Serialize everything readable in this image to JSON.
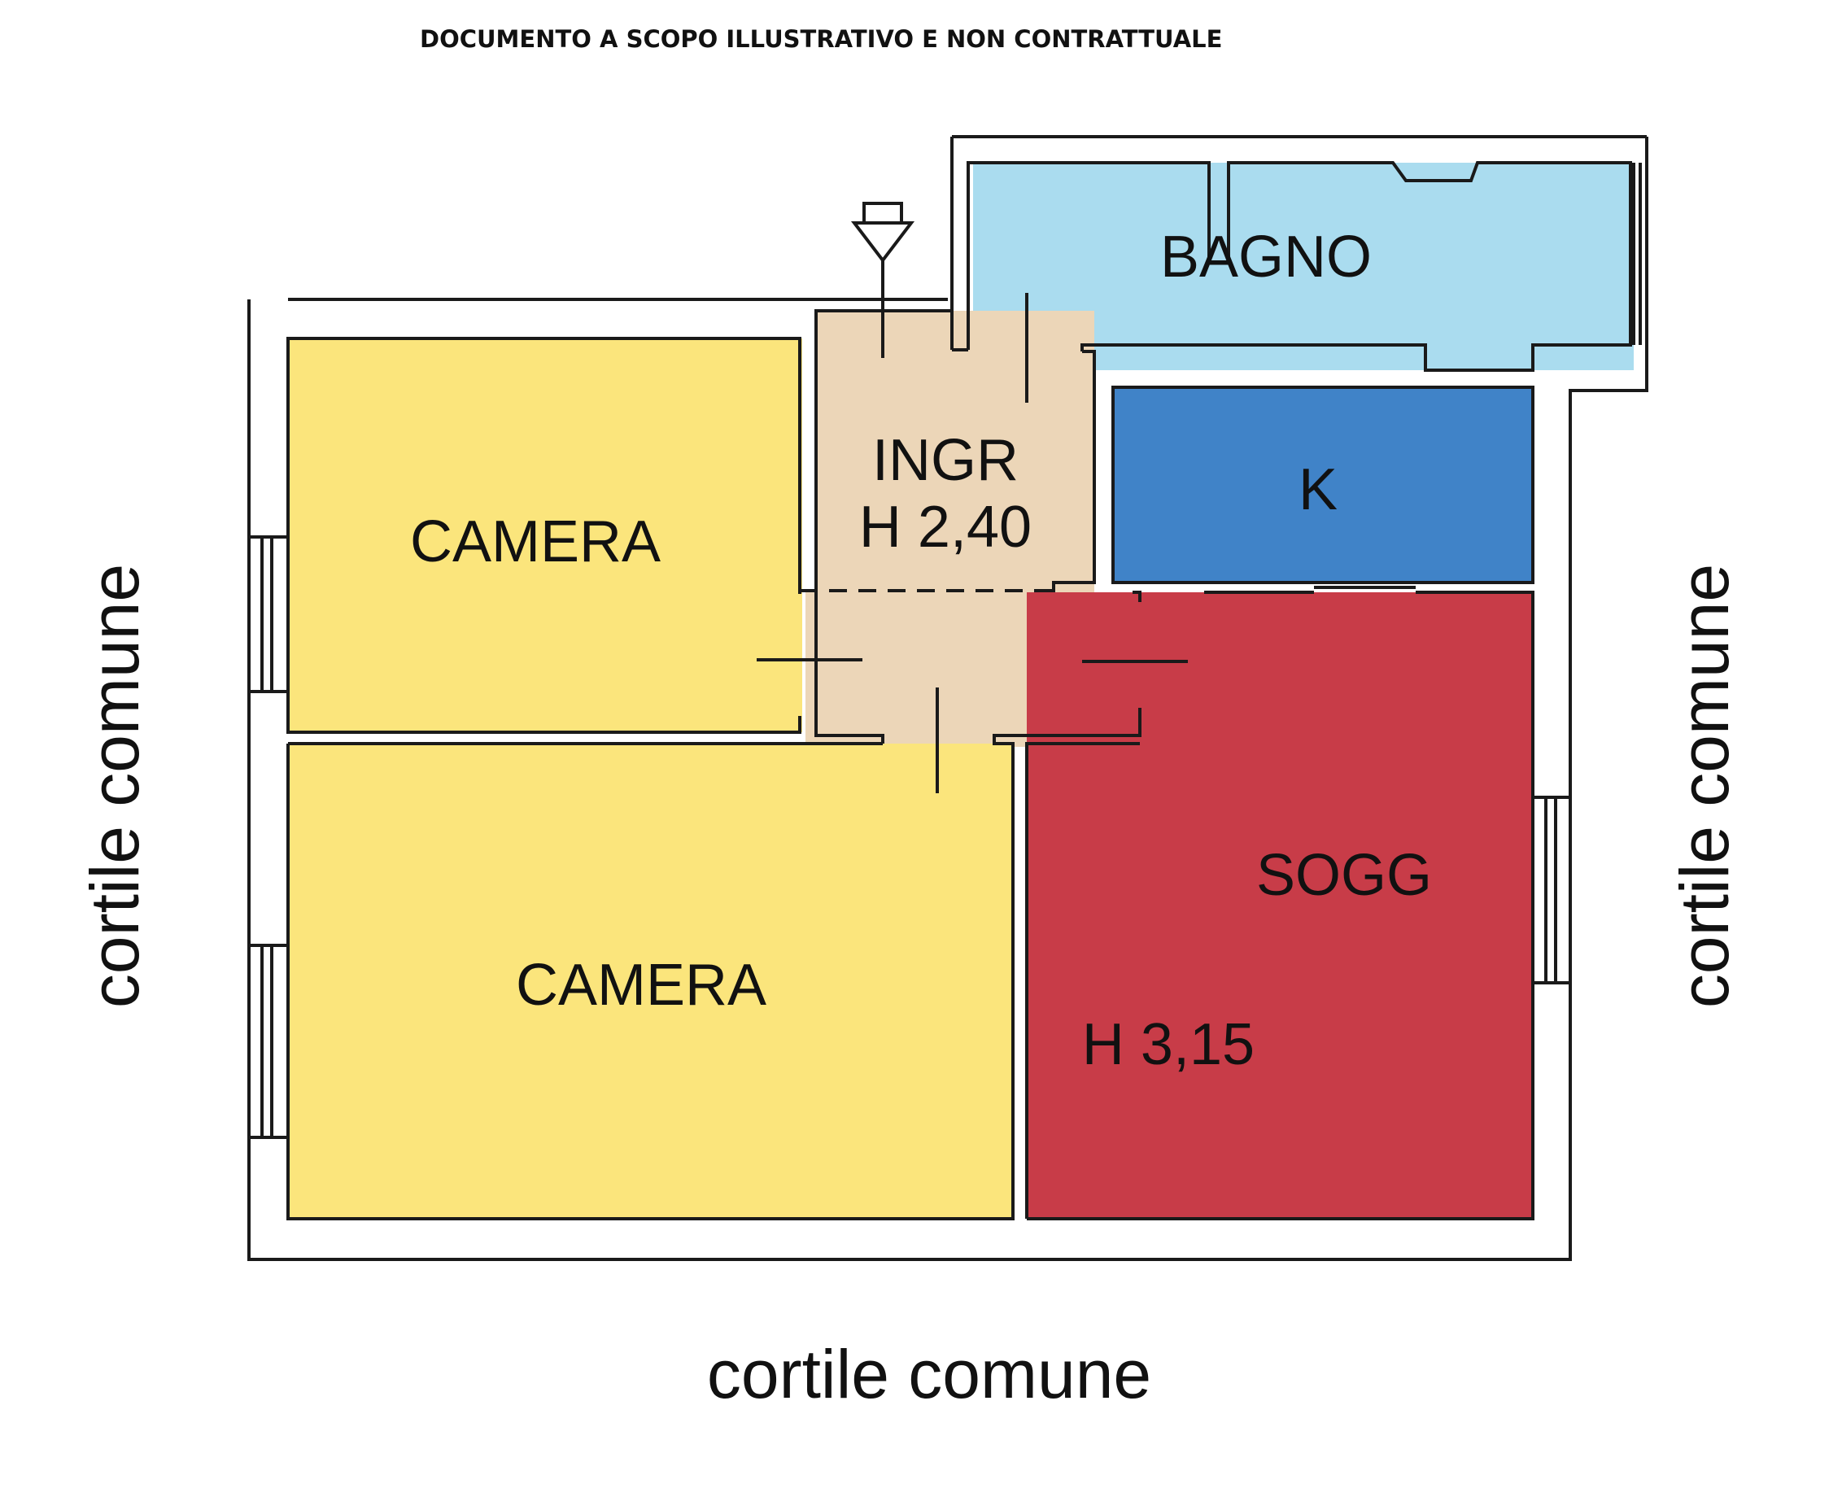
{
  "disclaimer": "DOCUMENTO A SCOPO ILLUSTRATIVO E NON CONTRATTUALE",
  "rooms": {
    "bagno": {
      "label": "BAGNO",
      "color": "#aadcef"
    },
    "ingresso": {
      "label": "INGR",
      "height": "H 2,40",
      "color": "#ecd6b8"
    },
    "kitchen": {
      "label": "K",
      "color": "#4083c8"
    },
    "camera_top": {
      "label": "CAMERA",
      "color": "#fbe57c"
    },
    "camera_bottom": {
      "label": "CAMERA",
      "color": "#fbe57c"
    },
    "soggiorno": {
      "label": "SOGG",
      "height": "H 3,15",
      "color": "#c83c48"
    }
  },
  "surroundings": {
    "left": "cortile comune",
    "right": "cortile comune",
    "bottom": "cortile comune"
  },
  "icons": [
    "entrance-arrow-icon"
  ],
  "colors": {
    "wall": "#1a1a1a",
    "background": "#ffffff"
  }
}
